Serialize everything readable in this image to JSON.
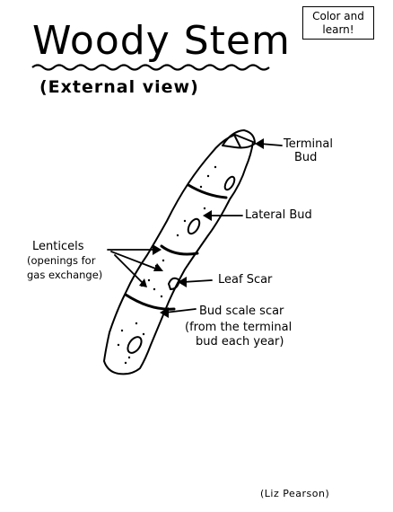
{
  "title": "Woody Stem",
  "subtitle": "(External view)",
  "badge": {
    "line1": "Color and",
    "line2": "learn!"
  },
  "labels": {
    "terminal_bud": {
      "line1": "Terminal",
      "line2": "Bud"
    },
    "lateral_bud": "Lateral Bud",
    "lenticels": {
      "title": "Lenticels",
      "line1": "(openings for",
      "line2": "gas exchange)"
    },
    "leaf_scar": "Leaf Scar",
    "bud_scale_scar": {
      "line1": "Bud scale scar",
      "line2": "(from the terminal",
      "line3": "bud each year)"
    }
  },
  "credit": "(Liz Pearson)"
}
